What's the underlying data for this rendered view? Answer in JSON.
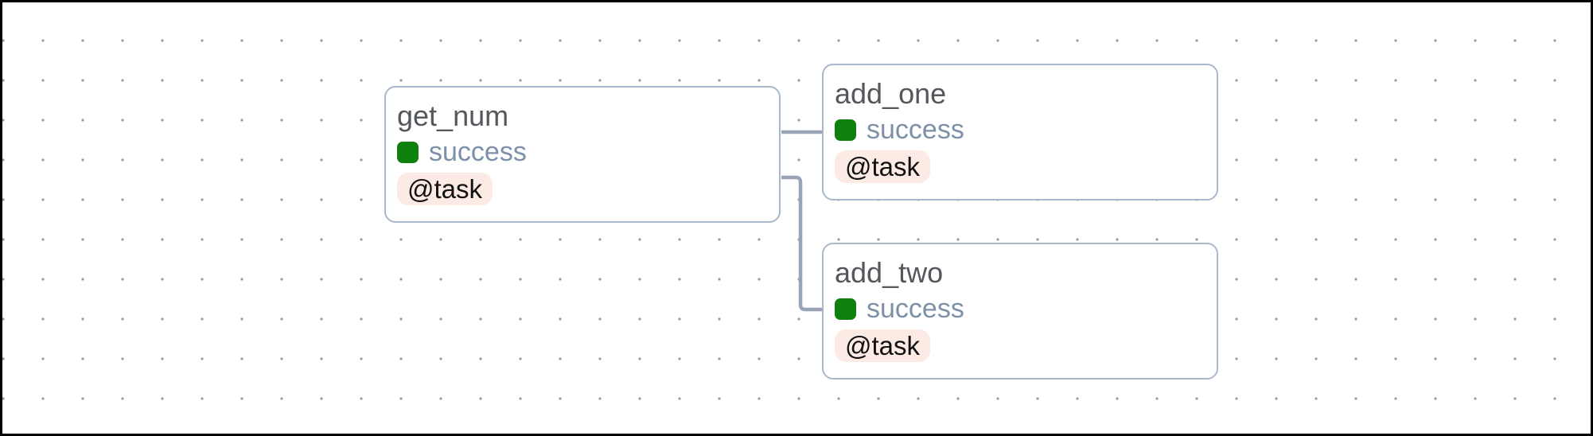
{
  "theme": {
    "node_border": "#a9b8cb",
    "edge_color": "#99a5b7",
    "title_color": "#54585c",
    "status_text": "#7e90a8",
    "status_success": "#0d800d",
    "badge_bg": "#fcebe5",
    "badge_text": "#111111",
    "dot_color": "#9d9da5",
    "frame_color": "#000000",
    "canvas_bg": "#ffffff"
  },
  "graph": {
    "nodes": [
      {
        "id": "get_num",
        "title": "get_num",
        "status": "success",
        "badge": "@task"
      },
      {
        "id": "add_one",
        "title": "add_one",
        "status": "success",
        "badge": "@task"
      },
      {
        "id": "add_two",
        "title": "add_two",
        "status": "success",
        "badge": "@task"
      }
    ],
    "edges": [
      {
        "from": "get_num",
        "to": "add_one"
      },
      {
        "from": "get_num",
        "to": "add_two"
      }
    ]
  }
}
